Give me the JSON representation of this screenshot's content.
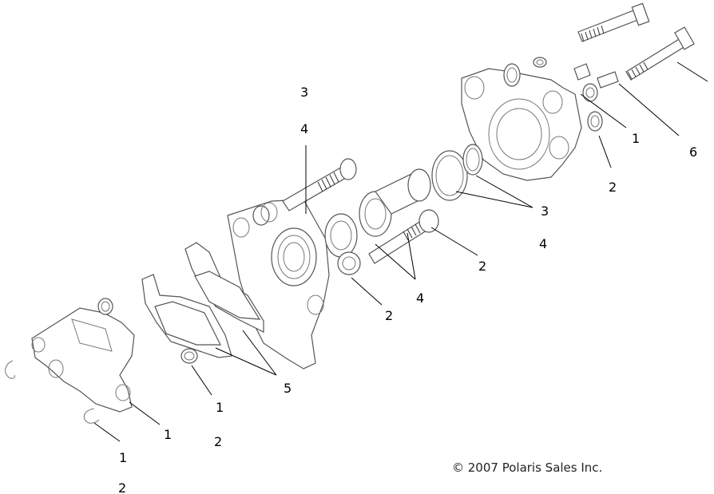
{
  "callouts": [
    "3",
    "4",
    "1",
    "6",
    "2",
    "3",
    "4",
    "2",
    "4",
    "2",
    "5",
    "1",
    "2",
    "1",
    "1",
    "2"
  ],
  "copyright": "© 2007 Polaris Sales Inc."
}
